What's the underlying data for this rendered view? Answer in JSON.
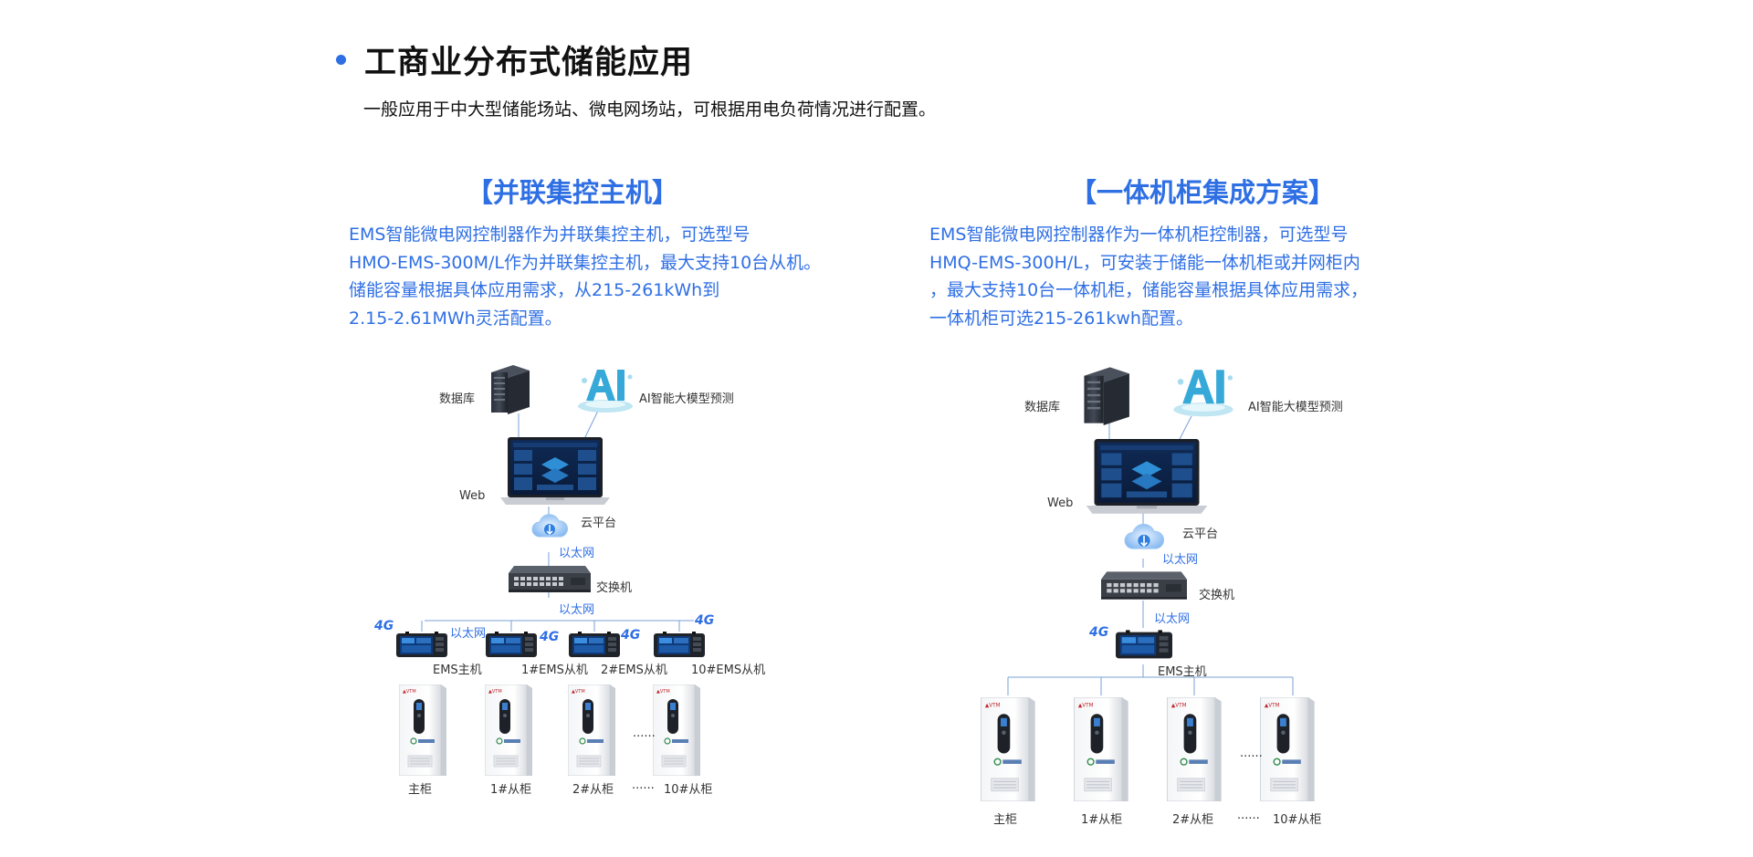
{
  "header": {
    "title": "工商业分布式储能应用",
    "subtitle": "一般应用于中大型储能场站、微电网场站，可根据用电负荷情况进行配置。"
  },
  "left": {
    "title": "【并联集控主机】",
    "desc": [
      "EMS智能微电网控制器作为并联集控主机，可选型号",
      "HMO-EMS-300M/L作为并联集控主机，最大支持10台从机。",
      "储能容量根据具体应用需求，从215-261kWh到",
      "2.15-2.61MWh灵活配置。"
    ],
    "diagram": {
      "database": "数据库",
      "ai": "AI智能大模型预测",
      "web": "Web",
      "cloud": "云平台",
      "ethernet1": "以太网",
      "switch": "交换机",
      "ethernet2": "以太网",
      "ethernet3": "以太网",
      "fourg": "4G",
      "controllers": [
        "EMS主机",
        "1#EMS从机",
        "2#EMS从机",
        "10#EMS从机"
      ],
      "ellipsis": "......",
      "cabinets": [
        "主柜",
        "1#从柜",
        "2#从柜",
        "10#从柜"
      ]
    }
  },
  "right": {
    "title": "【一体机柜集成方案】",
    "desc": [
      "EMS智能微电网控制器作为一体机柜控制器，可选型号",
      "HMQ-EMS-300H/L，可安装于储能一体机柜或并网柜内",
      "，最大支持10台一体机柜，储能容量根据具体应用需求，",
      "一体机柜可选215-261kwh配置。"
    ],
    "diagram": {
      "database": "数据库",
      "ai": "AI智能大模型预测",
      "web": "Web",
      "cloud": "云平台",
      "ethernet1": "以太网",
      "switch": "交换机",
      "ethernet2": "以太网",
      "fourg": "4G",
      "controller": "EMS主机",
      "ellipsis": "......",
      "cabinets": [
        "主柜",
        "1#从柜",
        "2#从柜",
        "10#从柜"
      ]
    }
  },
  "colors": {
    "accent": "#2f6fe4",
    "text": "#111111",
    "line": "#7aa0d8"
  }
}
